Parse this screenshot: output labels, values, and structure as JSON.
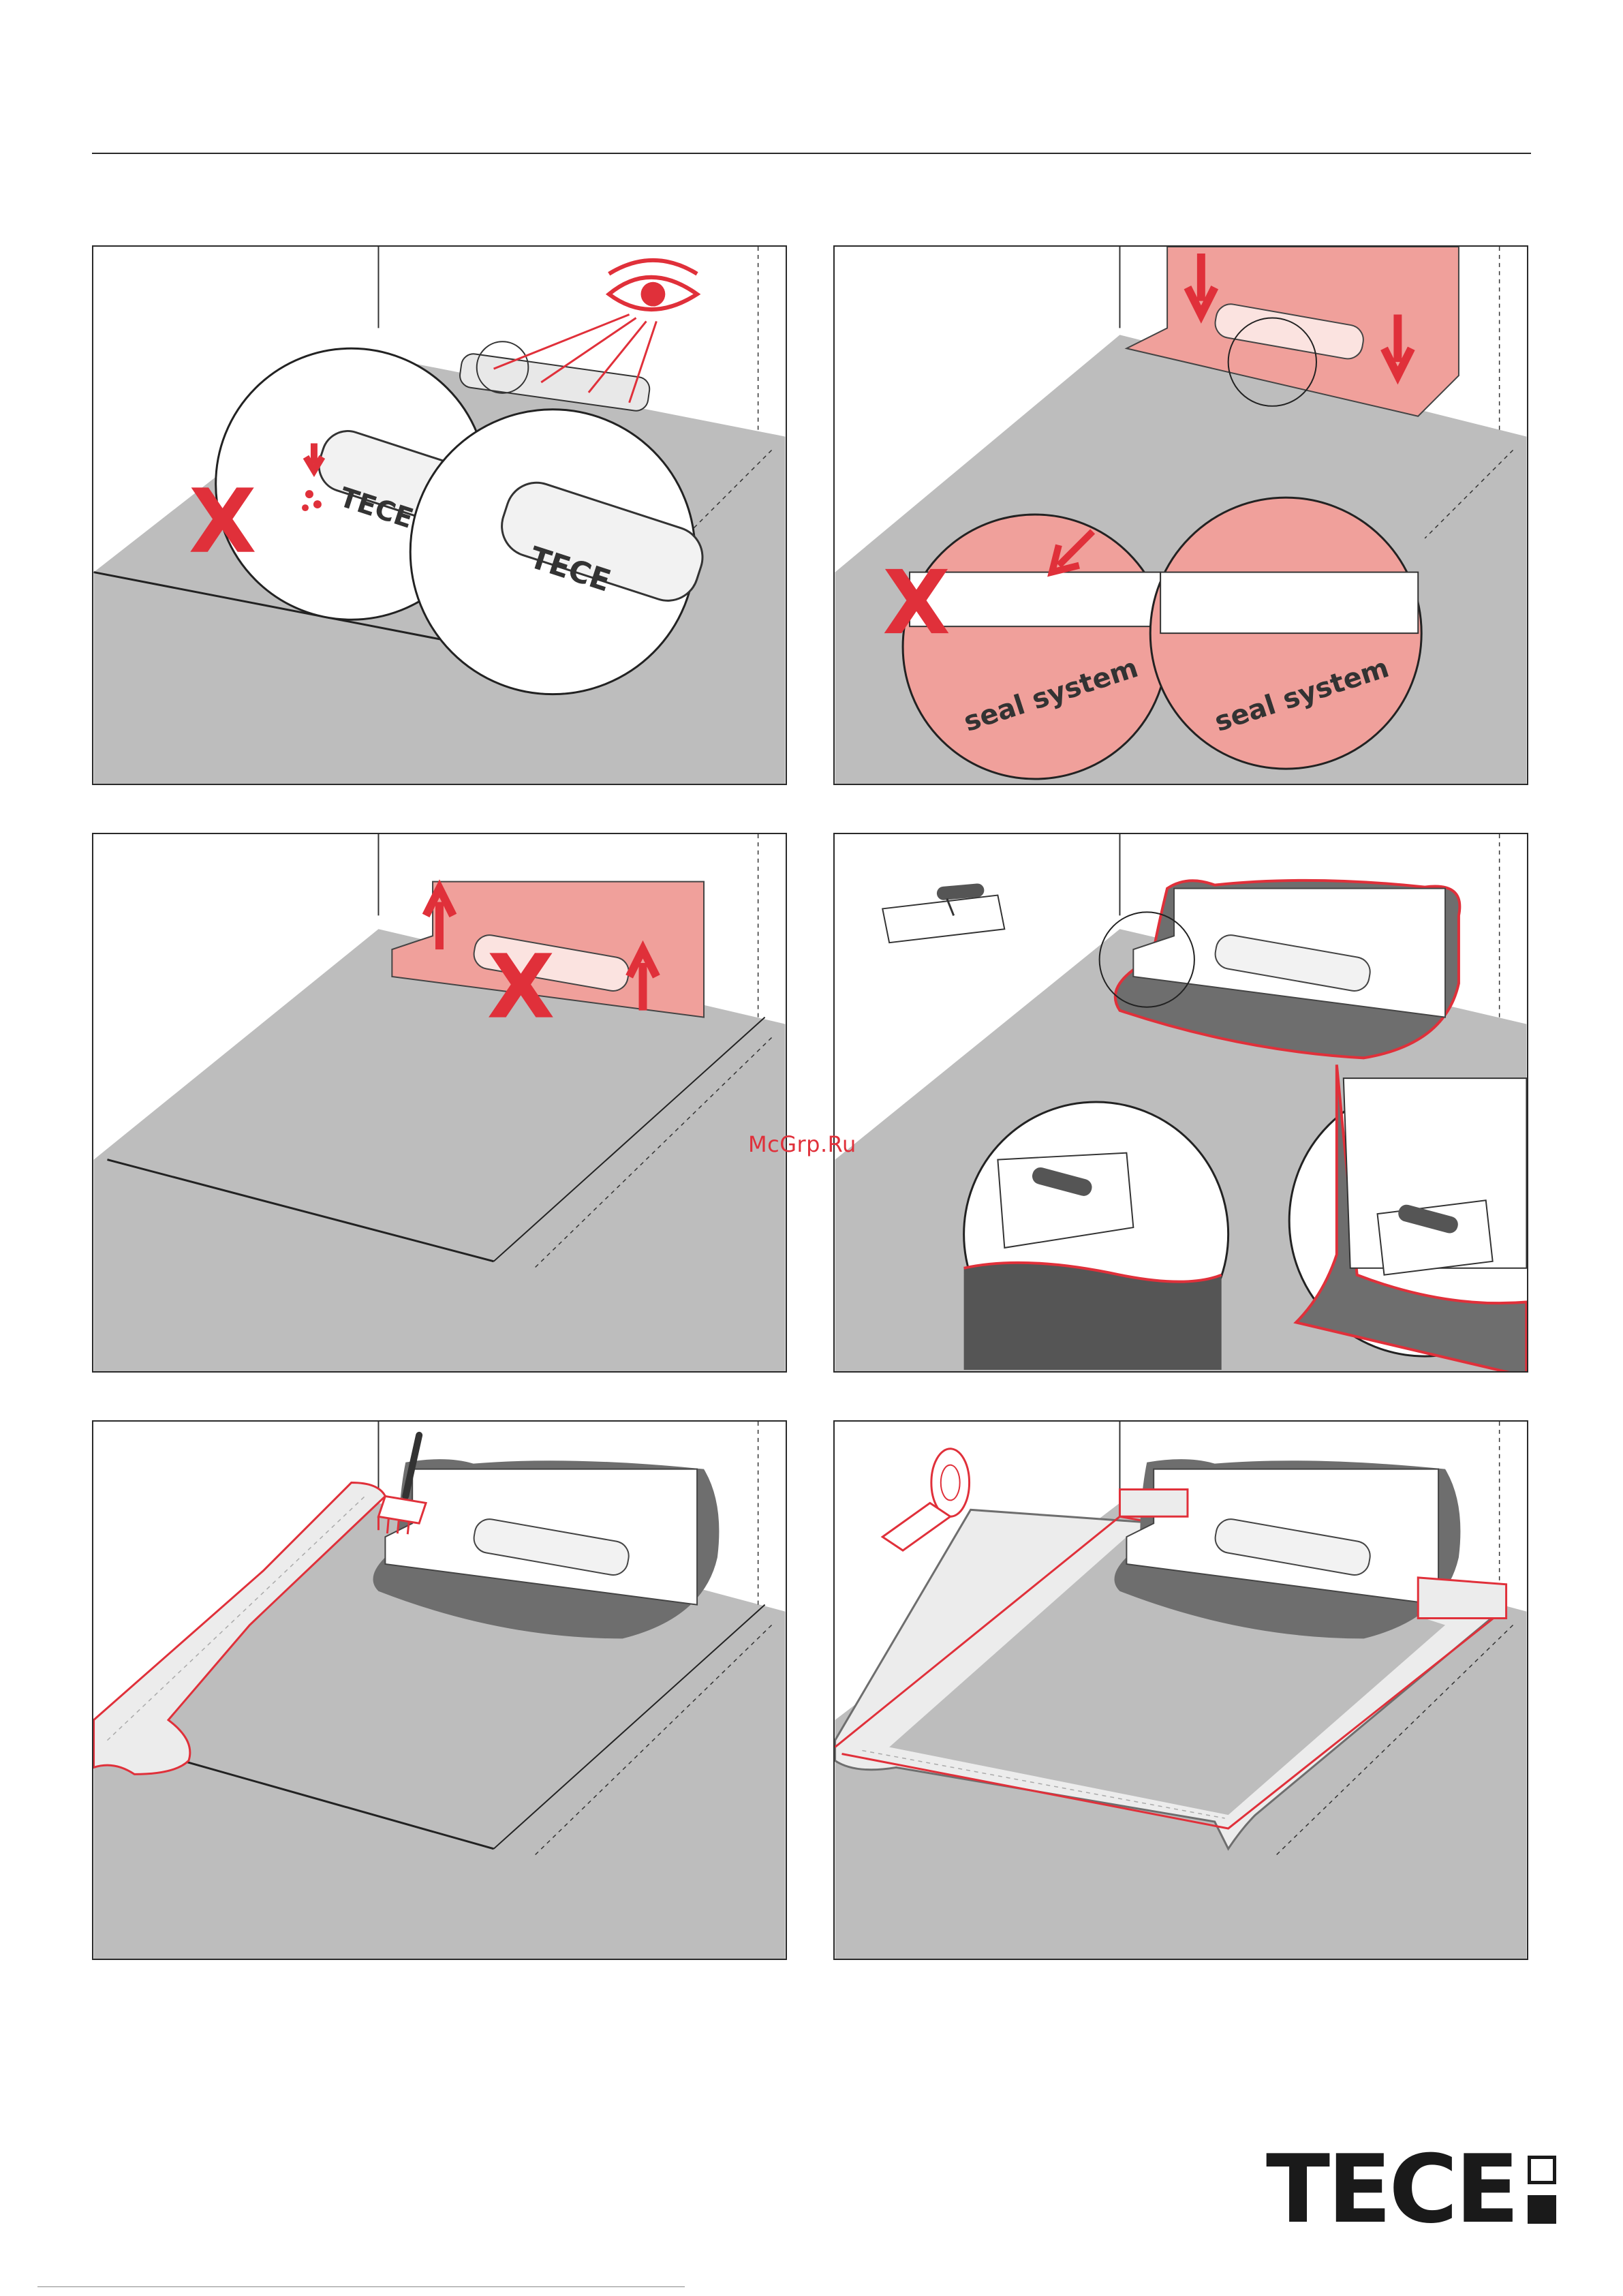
{
  "watermark": "McGrp.Ru",
  "panels": [
    {
      "id": "p1",
      "zoom_labels": [
        "TECE",
        "TECE"
      ],
      "cross": "X",
      "icon": "eye-icon"
    },
    {
      "id": "p2",
      "zoom_labels": [
        "seal system",
        "seal system"
      ],
      "cross": "X"
    },
    {
      "id": "p3",
      "cross": "X"
    },
    {
      "id": "p4",
      "icon": "notched-trowel-icon"
    },
    {
      "id": "p5",
      "icon": "paint-brush-icon"
    },
    {
      "id": "p6",
      "icon": "sealing-tape-roll-icon"
    }
  ],
  "brand": {
    "name": "TECE",
    "color": "#1a1a1a"
  },
  "colors": {
    "accent": "#e0303a",
    "membrane": "#f0a09b",
    "floor": "#bdbdbd",
    "sealant": "#6e6e6e"
  }
}
